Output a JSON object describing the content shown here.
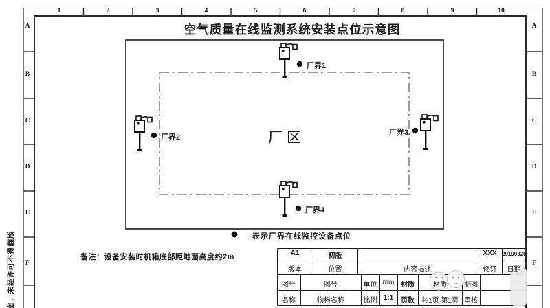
{
  "sheet": {
    "title": "空气质量在线监测系统安装点位示意图",
    "area_label": "厂区",
    "legend_text": "表示厂界在线监控设备点位",
    "note": "备注：设备安装时机箱底部距地面高度约2m",
    "confidential_note": "机密，未经许可不得翻版"
  },
  "devices": [
    {
      "label": "厂界1"
    },
    {
      "label": "厂界2"
    },
    {
      "label": "厂界3"
    },
    {
      "label": "厂界4"
    }
  ],
  "grid": {
    "columns": [
      "1",
      "2",
      "3",
      "4",
      "5",
      "6",
      "7",
      "8",
      "9",
      "10"
    ],
    "rows": [
      "A",
      "B",
      "C",
      "D",
      "E",
      "F"
    ]
  },
  "title_block": {
    "rows": [
      {
        "cells": [
          "A1",
          "初版",
          "",
          "XXX",
          "20190326"
        ]
      },
      {
        "cells": [
          "版本",
          "位置",
          "内容描述",
          "修订",
          "日期"
        ]
      },
      {
        "cells": [
          "图号",
          "图号",
          "单位",
          "mm",
          "材质",
          "材质",
          "制图",
          ""
        ]
      },
      {
        "cells": [
          "名称",
          "物料名称",
          "比例",
          "1:1",
          "页数",
          "共1页  第1页",
          "审核",
          ""
        ]
      }
    ]
  },
  "icons": {
    "monitor-device-icon": "pole-mounted-monitoring-cabinet",
    "point-marker-icon": "●"
  },
  "colors": {
    "ink": "#1a1a1a",
    "frame_gray": "#7a7a7a",
    "dash_gray": "#9a9a9a",
    "background": "#ffffff"
  }
}
